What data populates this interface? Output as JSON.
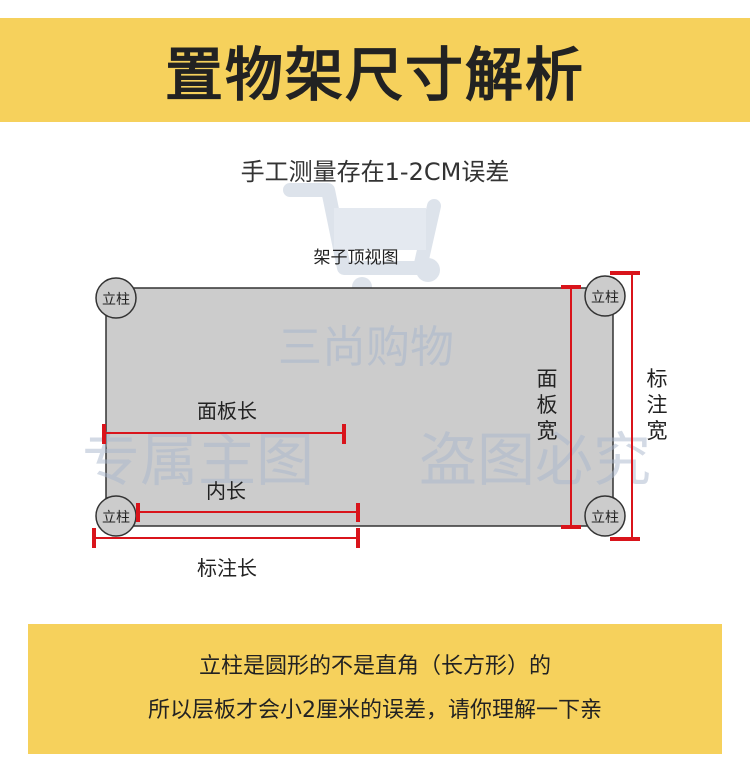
{
  "header": {
    "title": "置物架尺寸解析"
  },
  "subtitle": "手工测量存在1-2CM误差",
  "diagram": {
    "caption": "架子顶视图",
    "post_label": "立柱",
    "panel_length_label": "面板长",
    "inner_length_label": "内长",
    "marked_length_label": "标注长",
    "panel_width_label": "面板宽",
    "marked_width_label": "标注宽"
  },
  "watermark": {
    "brand": "三尚购物",
    "exclusive": "专属主图",
    "piracy": "盗图必究"
  },
  "notice": {
    "line1": "立柱是圆形的不是直角（长方形）的",
    "line2": "所以层板才会小2厘米的误差，请你理解一下亲"
  },
  "colors": {
    "accent": "#f6d15c",
    "measure": "#d9141b",
    "panel": "#cccccc"
  }
}
